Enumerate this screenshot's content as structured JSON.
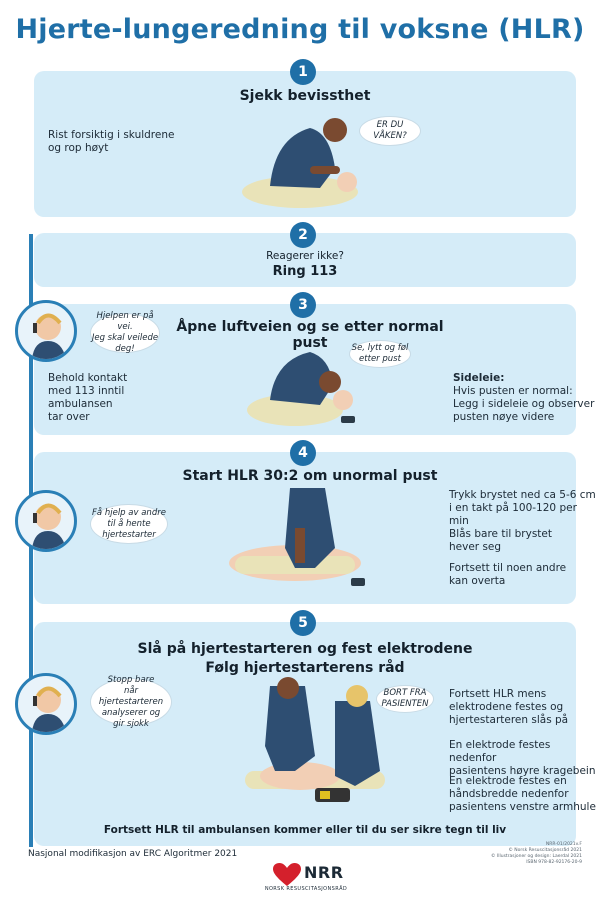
{
  "title": "Hjerte-lungeredning til voksne (HLR)",
  "steps": [
    {
      "number": "1",
      "heading": "Sjekk bevissthet",
      "left_text": "Rist forsiktig i skuldrene\nog rop høyt",
      "bubble": "ER DU VÅKEN?"
    },
    {
      "number": "2",
      "subheading": "Reagerer ikke?",
      "heading": "Ring 113"
    },
    {
      "number": "3",
      "heading": "Åpne luftveien og se etter normal pust",
      "dispatcher_bubble": "Hjelpen er på vei.\nJeg skal veilede\ndeg!",
      "left_text": "Behold kontakt\nmed 113 inntil\nambulansen\ntar over",
      "bubble": "Se, lytt og føl\netter pust",
      "right_title": "Sideleie:",
      "right_text": "Hvis pusten er normal:\nLegg i sideleie og observer\npusten nøye videre"
    },
    {
      "number": "4",
      "heading": "Start HLR 30:2 om unormal pust",
      "dispatcher_bubble": "Få hjelp av andre\ntil å hente\nhjertestarter",
      "right_items": [
        "Trykk brystet ned ca 5-6 cm\ni en takt på 100-120 per min",
        "Blås bare til brystet\nhever seg",
        "Fortsett til noen andre\nkan overta"
      ]
    },
    {
      "number": "5",
      "heading_line1": "Slå på hjertestarteren og fest elektrodene",
      "heading_line2": "Følg hjertestarterens råd",
      "dispatcher_bubble": "Stopp bare\nnår hjertestarteren\nanalyserer og\ngir sjokk",
      "bubble": "BORT FRA\nPASIENTEN",
      "right_items": [
        "Fortsett HLR mens\nelektrodene festes og\nhjertestarteren slås på",
        "En elektrode festes nedenfor\npasientens høyre kragebein",
        "En elektrode festes en\nhåndsbredde nedenfor\npasientens venstre armhule"
      ],
      "footer": "Fortsett HLR til ambulansen kommer eller til du ser sikre tegn til liv"
    }
  ],
  "bottom_note": "Nasjonal modifikasjon av ERC Algoritmer 2021",
  "legal_lines": "NRR-01/2021v.F\n© Norsk Resuscitasjonsråd 2021\n© Illustrasjoner og design: Laerdal 2021\nISBN 978-82-92176-20-9",
  "logo_text": "NRR",
  "logo_subtext": "NORSK RESUSCITASJONSRÅD",
  "colors": {
    "title": "#1f6fa7",
    "panel": "#d5ecf8",
    "accent": "#2a7fb6",
    "logo_red": "#d4202c"
  }
}
